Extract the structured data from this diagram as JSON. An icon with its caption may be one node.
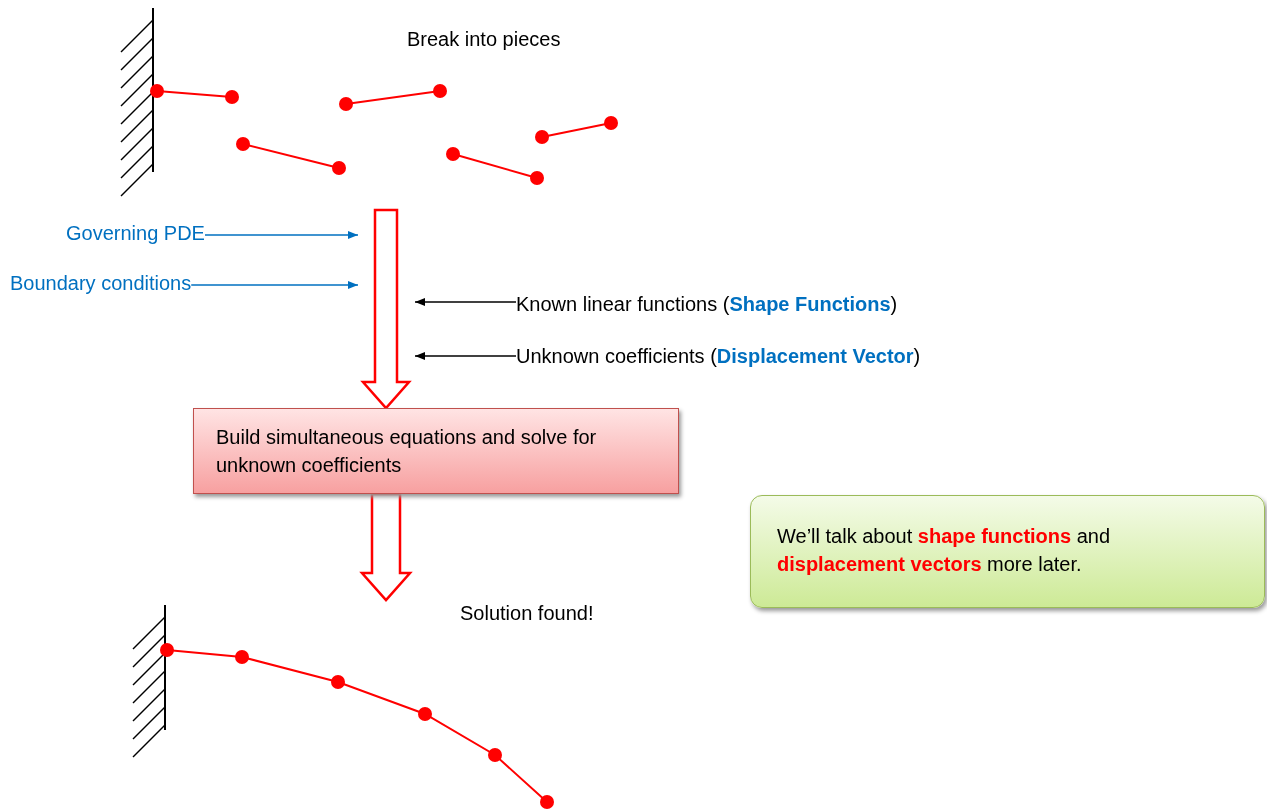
{
  "diagram": {
    "nodes": [
      {
        "text": [
          "Break into pieces"
        ]
      },
      {
        "text": [
          "Governing PDE"
        ]
      },
      {
        "text": [
          "Boundary conditions"
        ]
      },
      {
        "text": [
          "Known linear functions (**Shape Functions**)"
        ]
      },
      {
        "text": [
          "Unknown coefficients (**Displacement Vector**)"
        ]
      },
      {
        "text": [
          "Build simultaneous equations and solve for unknown coefficients"
        ]
      },
      {
        "text": [
          "Solution found!"
        ]
      },
      {
        "text": [
          "We’ll talk about **shape functions** and **displacement vectors** more later."
        ]
      }
    ],
    "edges": [
      {
        "from": 0,
        "to": 5,
        "arrow": "to",
        "style": "thick",
        "color": "#ff0000"
      },
      {
        "from": 5,
        "to": 6,
        "arrow": "to",
        "style": "thick",
        "color": "#ff0000"
      },
      {
        "from": 1,
        "to": null,
        "arrow": "to",
        "color": "#0070c0"
      },
      {
        "from": 2,
        "to": null,
        "arrow": "to",
        "color": "#0070c0"
      },
      {
        "from": 3,
        "to": null,
        "arrow": "to",
        "color": "#000000"
      },
      {
        "from": 4,
        "to": null,
        "arrow": "to",
        "color": "#000000"
      }
    ]
  }
}
